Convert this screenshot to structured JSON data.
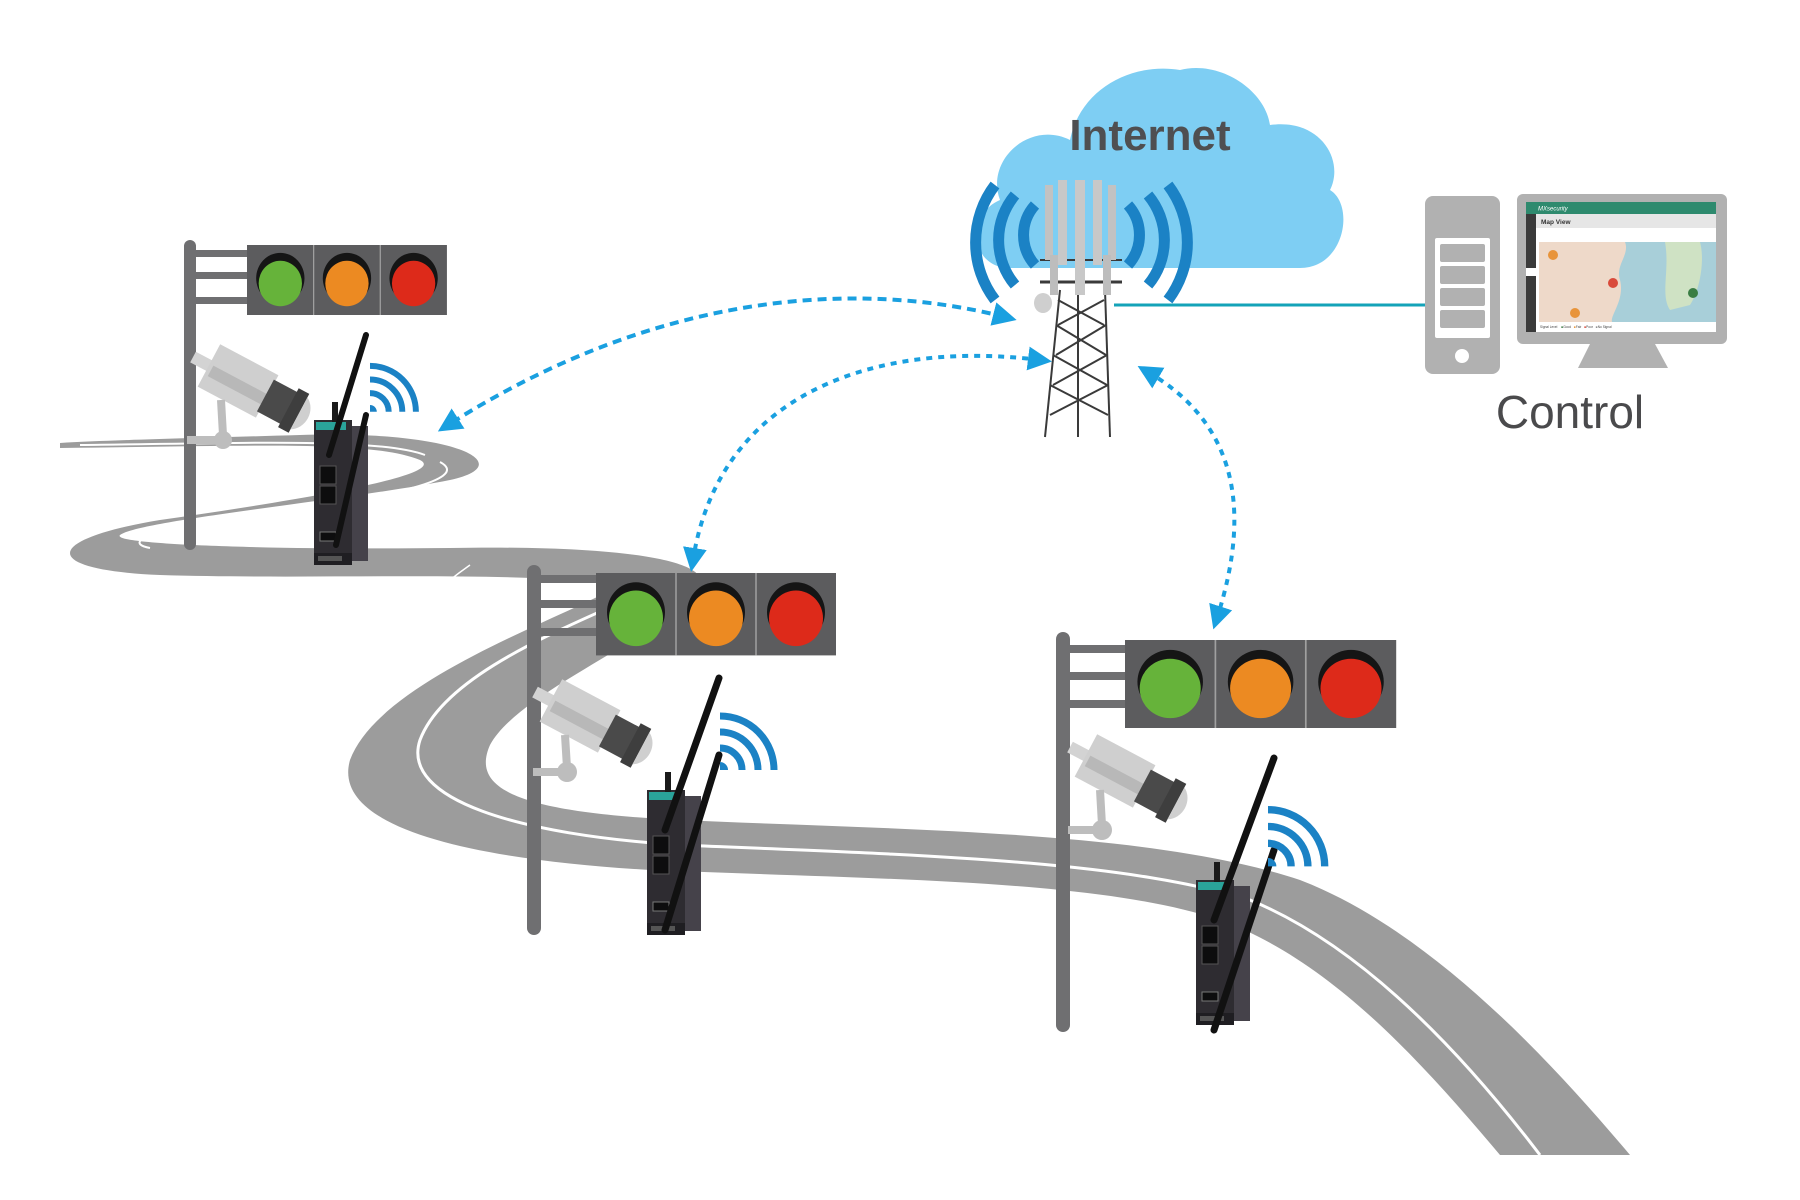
{
  "diagram": {
    "title": "Traffic signal cellular network topology",
    "labels": {
      "internet": "Internet",
      "control": "Control"
    },
    "control_screen": {
      "app_name": "MXsecurity",
      "view_title": "Map View",
      "legend_prefix": "Signal Level",
      "legend_items": [
        {
          "label": "Good",
          "color": "#3a7d44"
        },
        {
          "label": "Fair",
          "color": "#e8943a"
        },
        {
          "label": "Poor",
          "color": "#d94a3a"
        },
        {
          "label": "No Signal",
          "color": "#8a8a8a"
        }
      ],
      "map_markers": [
        {
          "status": "Fair",
          "color": "#e8943a"
        },
        {
          "status": "Poor",
          "color": "#d94a3a"
        },
        {
          "status": "Fair",
          "color": "#e8943a"
        },
        {
          "status": "Good",
          "color": "#3a7d44"
        }
      ]
    },
    "nodes": [
      {
        "id": "internet-cloud",
        "type": "cloud",
        "label": "Internet"
      },
      {
        "id": "cell-tower",
        "type": "cellular-base-station"
      },
      {
        "id": "control-center",
        "type": "computer",
        "label": "Control"
      },
      {
        "id": "intersection-1",
        "type": "traffic-signal-with-camera-and-router"
      },
      {
        "id": "intersection-2",
        "type": "traffic-signal-with-camera-and-router"
      },
      {
        "id": "intersection-3",
        "type": "traffic-signal-with-camera-and-router"
      }
    ],
    "edges": [
      {
        "from": "cell-tower",
        "to": "intersection-1",
        "style": "dashed-bidirectional"
      },
      {
        "from": "cell-tower",
        "to": "intersection-2",
        "style": "dashed-bidirectional"
      },
      {
        "from": "cell-tower",
        "to": "intersection-3",
        "style": "dashed-bidirectional"
      },
      {
        "from": "cell-tower",
        "to": "control-center",
        "style": "solid"
      }
    ],
    "signal_lights": [
      "green",
      "orange",
      "red"
    ],
    "colors": {
      "cloud": "#7ecef3",
      "wave": "#1b82c5",
      "link_dashed": "#1aa0e0",
      "link_solid": "#14a3b8",
      "light_green": "#66b33a",
      "light_orange": "#ec8a22",
      "light_red": "#dd2a1a",
      "signal_housing": "#5c5c5e",
      "pole": "#6f6f71",
      "road": "#9c9c9c",
      "router": "#2e2c31",
      "router_accent": "#2aa39a",
      "camera_body": "#c8c8c8",
      "camera_lens": "#4a4a4a",
      "computer": "#b1b1b1",
      "screen_header": "#2e8a6e",
      "text": "#4f4f51"
    }
  }
}
